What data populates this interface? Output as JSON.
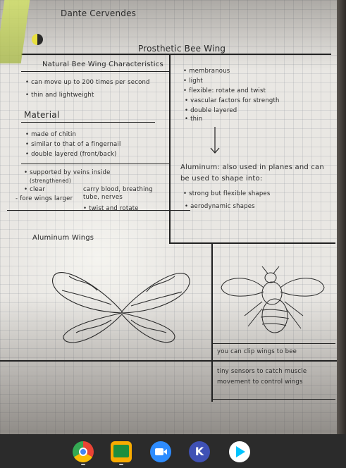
{
  "photo": {
    "author": "Dante Cervendes",
    "title": "Prosthetic Bee Wing",
    "characteristics_heading": "Natural Bee Wing Characteristics",
    "characteristics": [
      "can move up to 200 times per second",
      "thin and lightweight"
    ],
    "material_heading": "Material",
    "material_items": [
      "made of chitin",
      "similar to that of a fingernail",
      "double layered (front/back)"
    ],
    "wing_details": [
      "supported by veins inside",
      "(strengthened)",
      "clear",
      "fore wings larger"
    ],
    "vein_note": "carry blood, breathing tube, nerves",
    "vein_note2": "twist and rotate",
    "right_list": [
      "membranous",
      "light",
      "flexible: rotate and twist",
      "vascular factors for strength",
      "double layered",
      "thin"
    ],
    "aluminum_note": "Aluminum: also used in planes and can be used to shape into:",
    "aluminum_items": [
      "strong but flexible shapes",
      "aerodynamic shapes"
    ],
    "wings_label": "Aluminum Wings",
    "clip_note": "you can clip wings to bee",
    "sensor_note": "tiny sensors to catch muscle movement to control wings"
  },
  "taskbar": {
    "apps": [
      {
        "name": "chrome-icon",
        "color": "#4285f4"
      },
      {
        "name": "google-classroom-icon",
        "color": "#1e8e3e"
      },
      {
        "name": "zoom-icon",
        "color": "#2d8cff"
      },
      {
        "name": "kahoot-icon",
        "color": "#3f51b5"
      },
      {
        "name": "google-play-icon",
        "color": "#ffffff"
      }
    ]
  }
}
